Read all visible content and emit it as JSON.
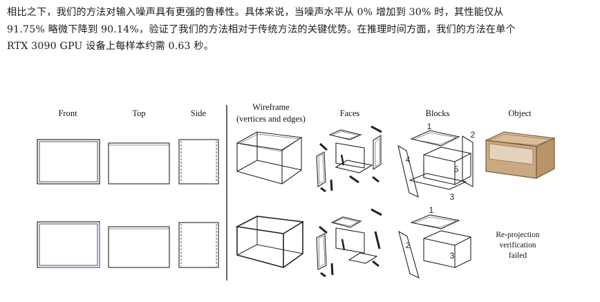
{
  "paragraph": {
    "line1": "相比之下，我们的方法对输入噪声具有更强的鲁棒性。具体来说，当噪声水平从 0% 增加到 30% 时，其性能仅从",
    "line2": "91.75% 略微下降到 90.14%，验证了我们的方法相对于传统方法的关键优势。在推理时间方面，我们的方法在单个",
    "line3": "RTX 3090 GPU 设备上每样本约需 0.63 秒。"
  },
  "figure": {
    "headers": {
      "front": "Front",
      "top": "Top",
      "side": "Side",
      "wireframe_line1": "Wireframe",
      "wireframe_line2": "(vertices and edges)",
      "faces": "Faces",
      "blocks": "Blocks",
      "object": "Object"
    },
    "row1_block_numbers": [
      "1",
      "2",
      "4",
      "5",
      "3"
    ],
    "row2_block_numbers": [
      "1",
      "2",
      "3"
    ],
    "failure_text": [
      "Re-projection",
      "verification",
      "failed"
    ],
    "colors": {
      "object_fill": "#c9a882",
      "object_stroke": "#7a5a36",
      "line": "#222222"
    }
  }
}
